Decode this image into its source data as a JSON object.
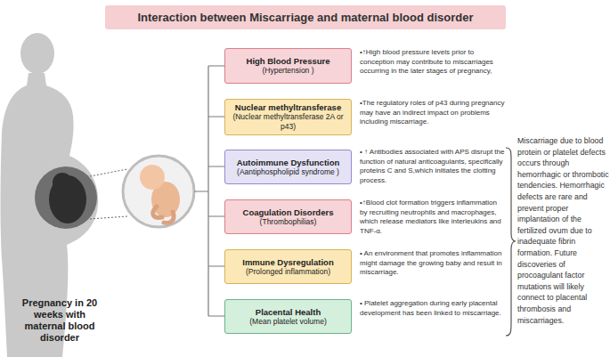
{
  "diagram": {
    "title": "Interaction between Miscarriage and maternal blood disorder",
    "nodes": [
      {
        "text": [
          "High Blood Pressure",
          "(Hypertension )"
        ]
      },
      {
        "text": [
          "Nuclear methyltransferase",
          "(Nuclear methyltransferase 2A or p43)"
        ]
      },
      {
        "text": [
          "Autoimmune Dysfunction",
          "(Aantiphospholipid syndrome )"
        ]
      },
      {
        "text": [
          "Coagulation Disorders",
          "(Thrombophilias)"
        ]
      },
      {
        "text": [
          "Immune Dysregulation",
          "(Prolonged inflammation)"
        ]
      },
      {
        "text": [
          "Placental Health",
          "(Mean platelet volume)"
        ]
      }
    ],
    "labels": [
      "•↑High blood pressure levels prior to conception may contribute to miscarriages occurring in the later stages of pregnancy,",
      "•The regulatory roles of p43 during pregnancy may have an indirect impact on problems including miscarriage.",
      "• ↑ Antibodies associated with APS disrupt the function of natural anticoagulants, specifically proteins C and S,which initiates the clotting process.",
      "•↑Blood clot formation triggers inflammation by recruiting neutrophils and macrophages, which release mediators like interleukins and TNF-α.",
      "• An environment that promotes inflammation might damage the growing baby and result in miscarriage.",
      "• Platelet aggregation during early placental development has been linked to miscarriage.",
      "Miscarriage due to blood protein or platelet defects occurs through hemorrhagic or thrombotic tendencies. Hemorrhagic defects are rare and prevent proper implantation of the fertilized ovum due to inadequate fibrin formation. Future discoveries of procoagulant factor mutations will likely connect to placental thrombosis and miscarriages.",
      "Pregnancy in 20 weeks with maternal blood disorder"
    ]
  }
}
